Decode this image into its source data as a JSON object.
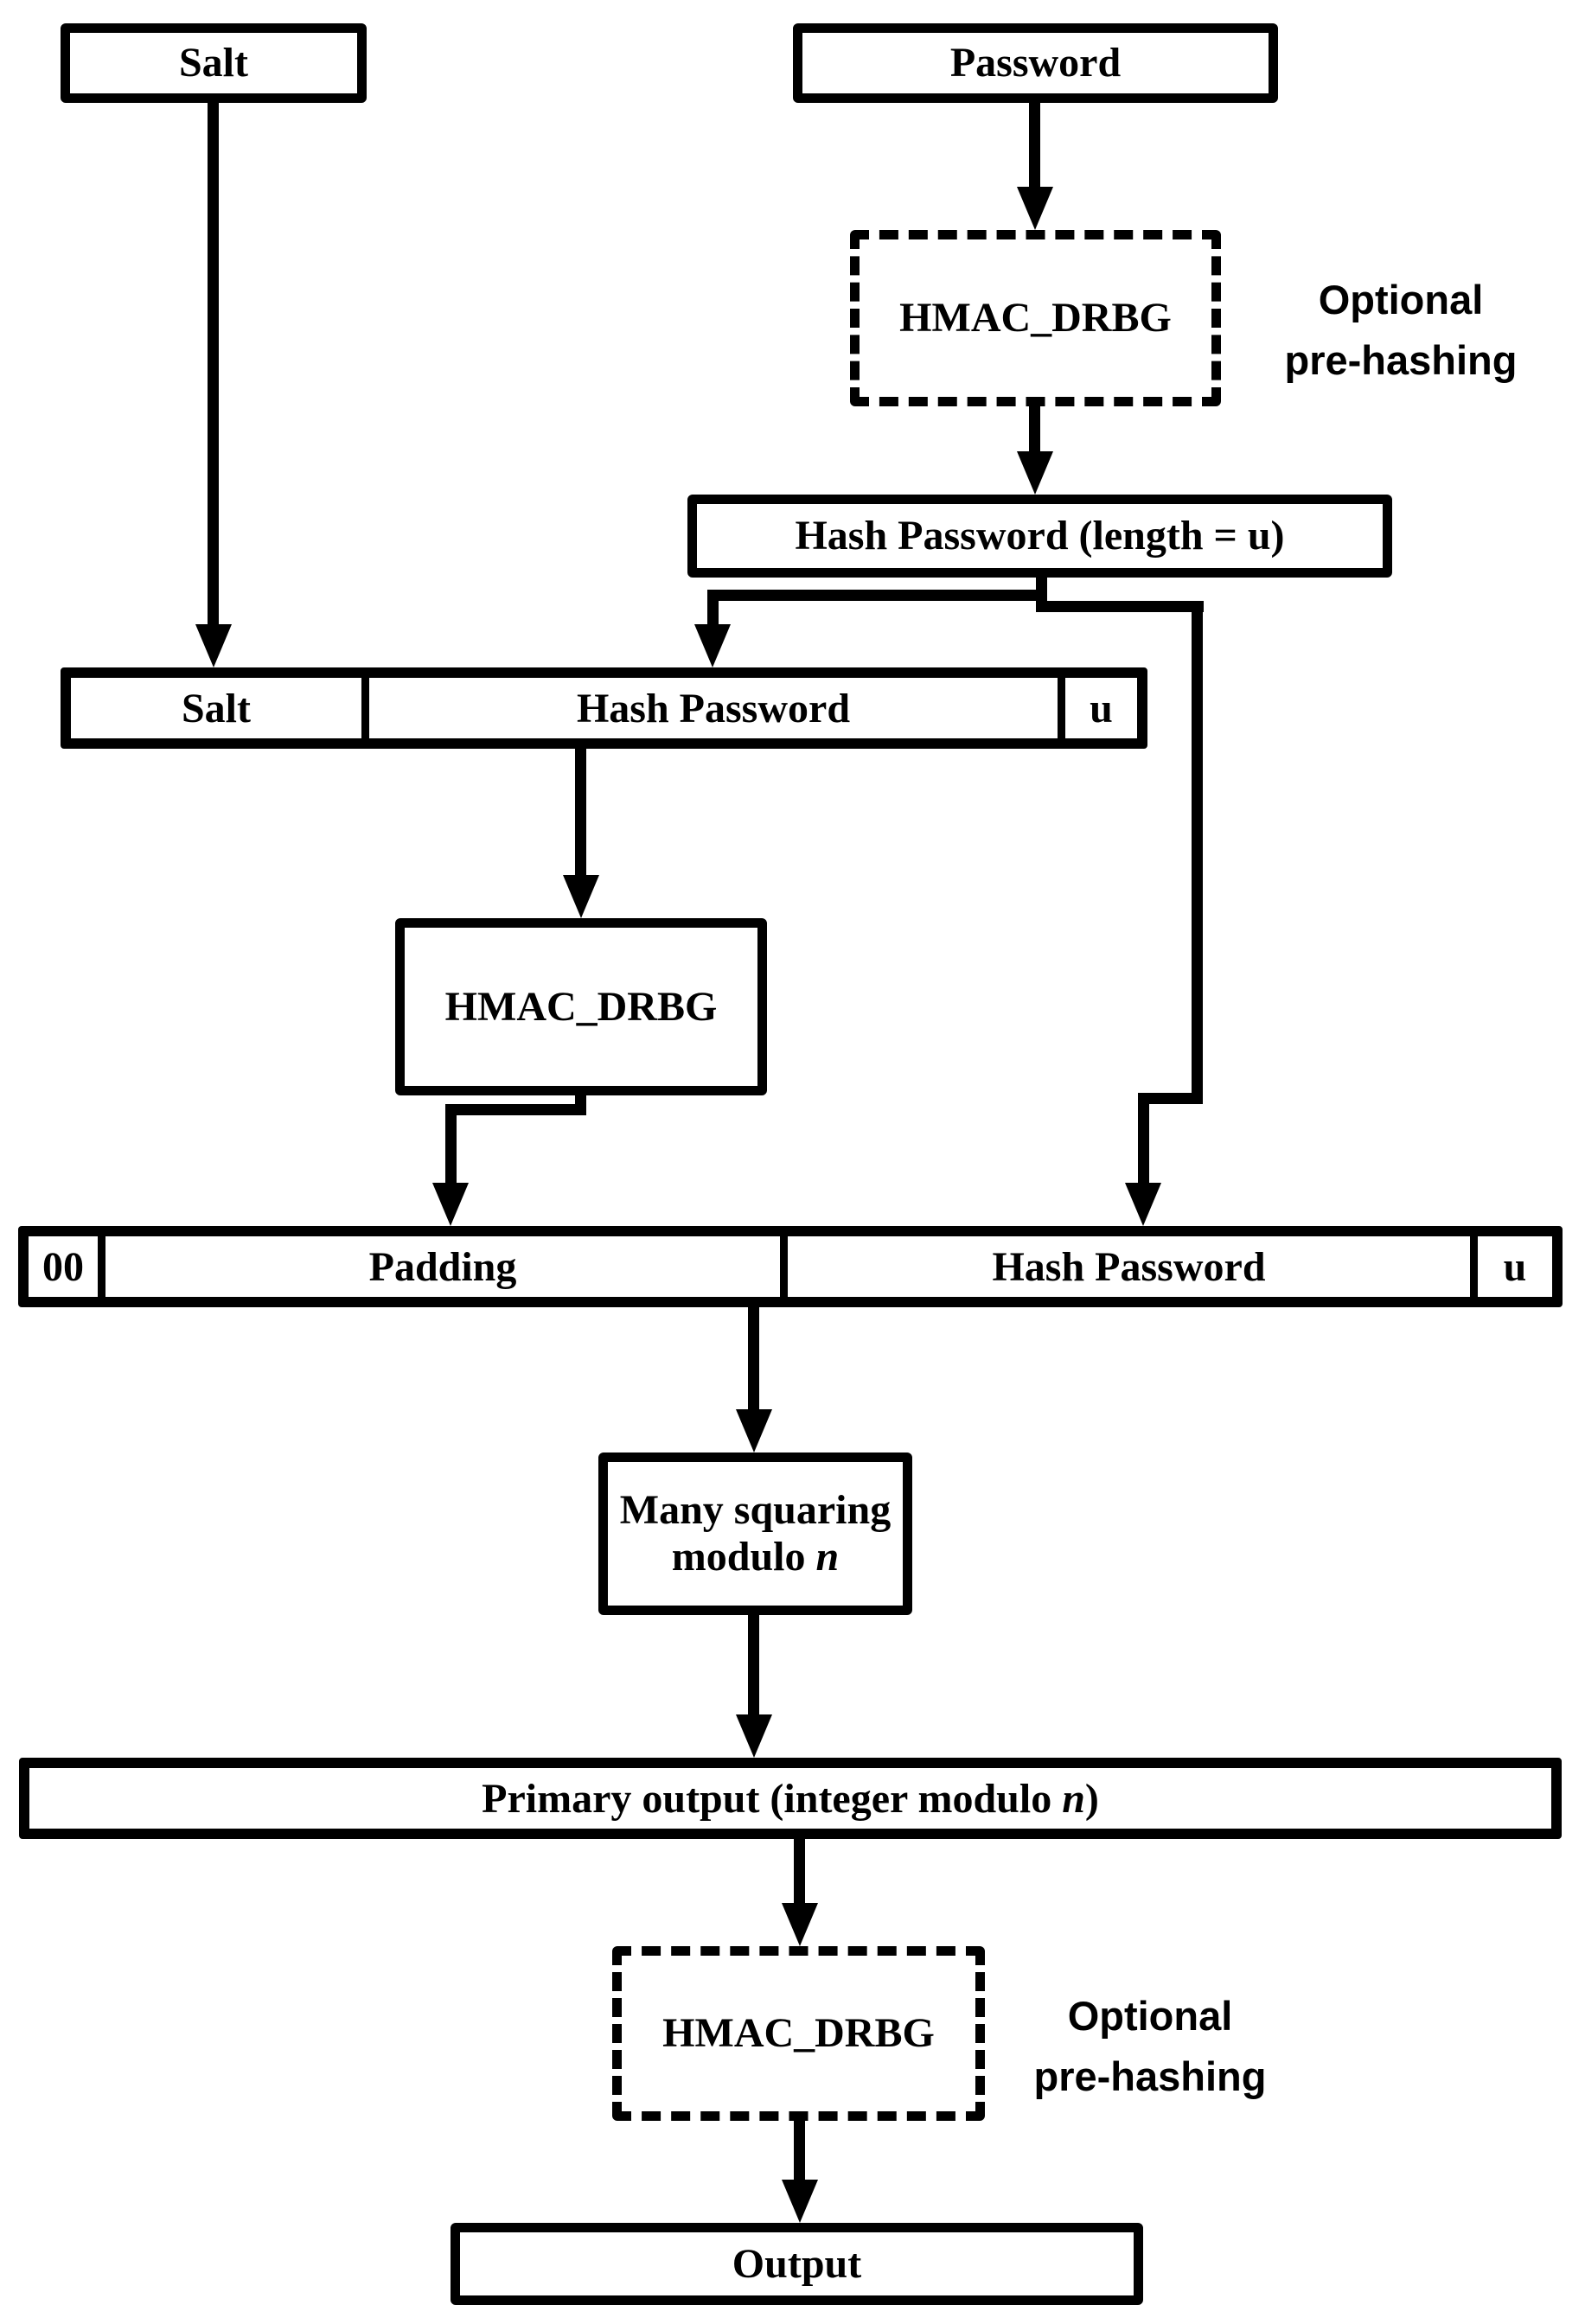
{
  "colors": {
    "line": "#000000",
    "background": "#ffffff",
    "text": "#000000"
  },
  "nodes": {
    "salt": "Salt",
    "password": "Password",
    "hmac_drbg": "HMAC_DRBG",
    "hash_password_length": "Hash Password (length = u)",
    "many_squaring_line1": "Many squaring",
    "many_squaring_line2_prefix": "modulo ",
    "modulus_symbol": "n",
    "primary_output_prefix": "Primary output (integer modulo ",
    "primary_output_suffix": ")",
    "output": "Output"
  },
  "concat_bar_1": {
    "cells": [
      "Salt",
      "Hash Password",
      "u"
    ]
  },
  "concat_bar_2": {
    "cells": [
      "00",
      "Padding",
      "Hash Password",
      "u"
    ]
  },
  "annotations": {
    "optional_prehashing_1": "Optional\npre-hashing",
    "optional_prehashing_2": "Optional\npre-hashing"
  }
}
